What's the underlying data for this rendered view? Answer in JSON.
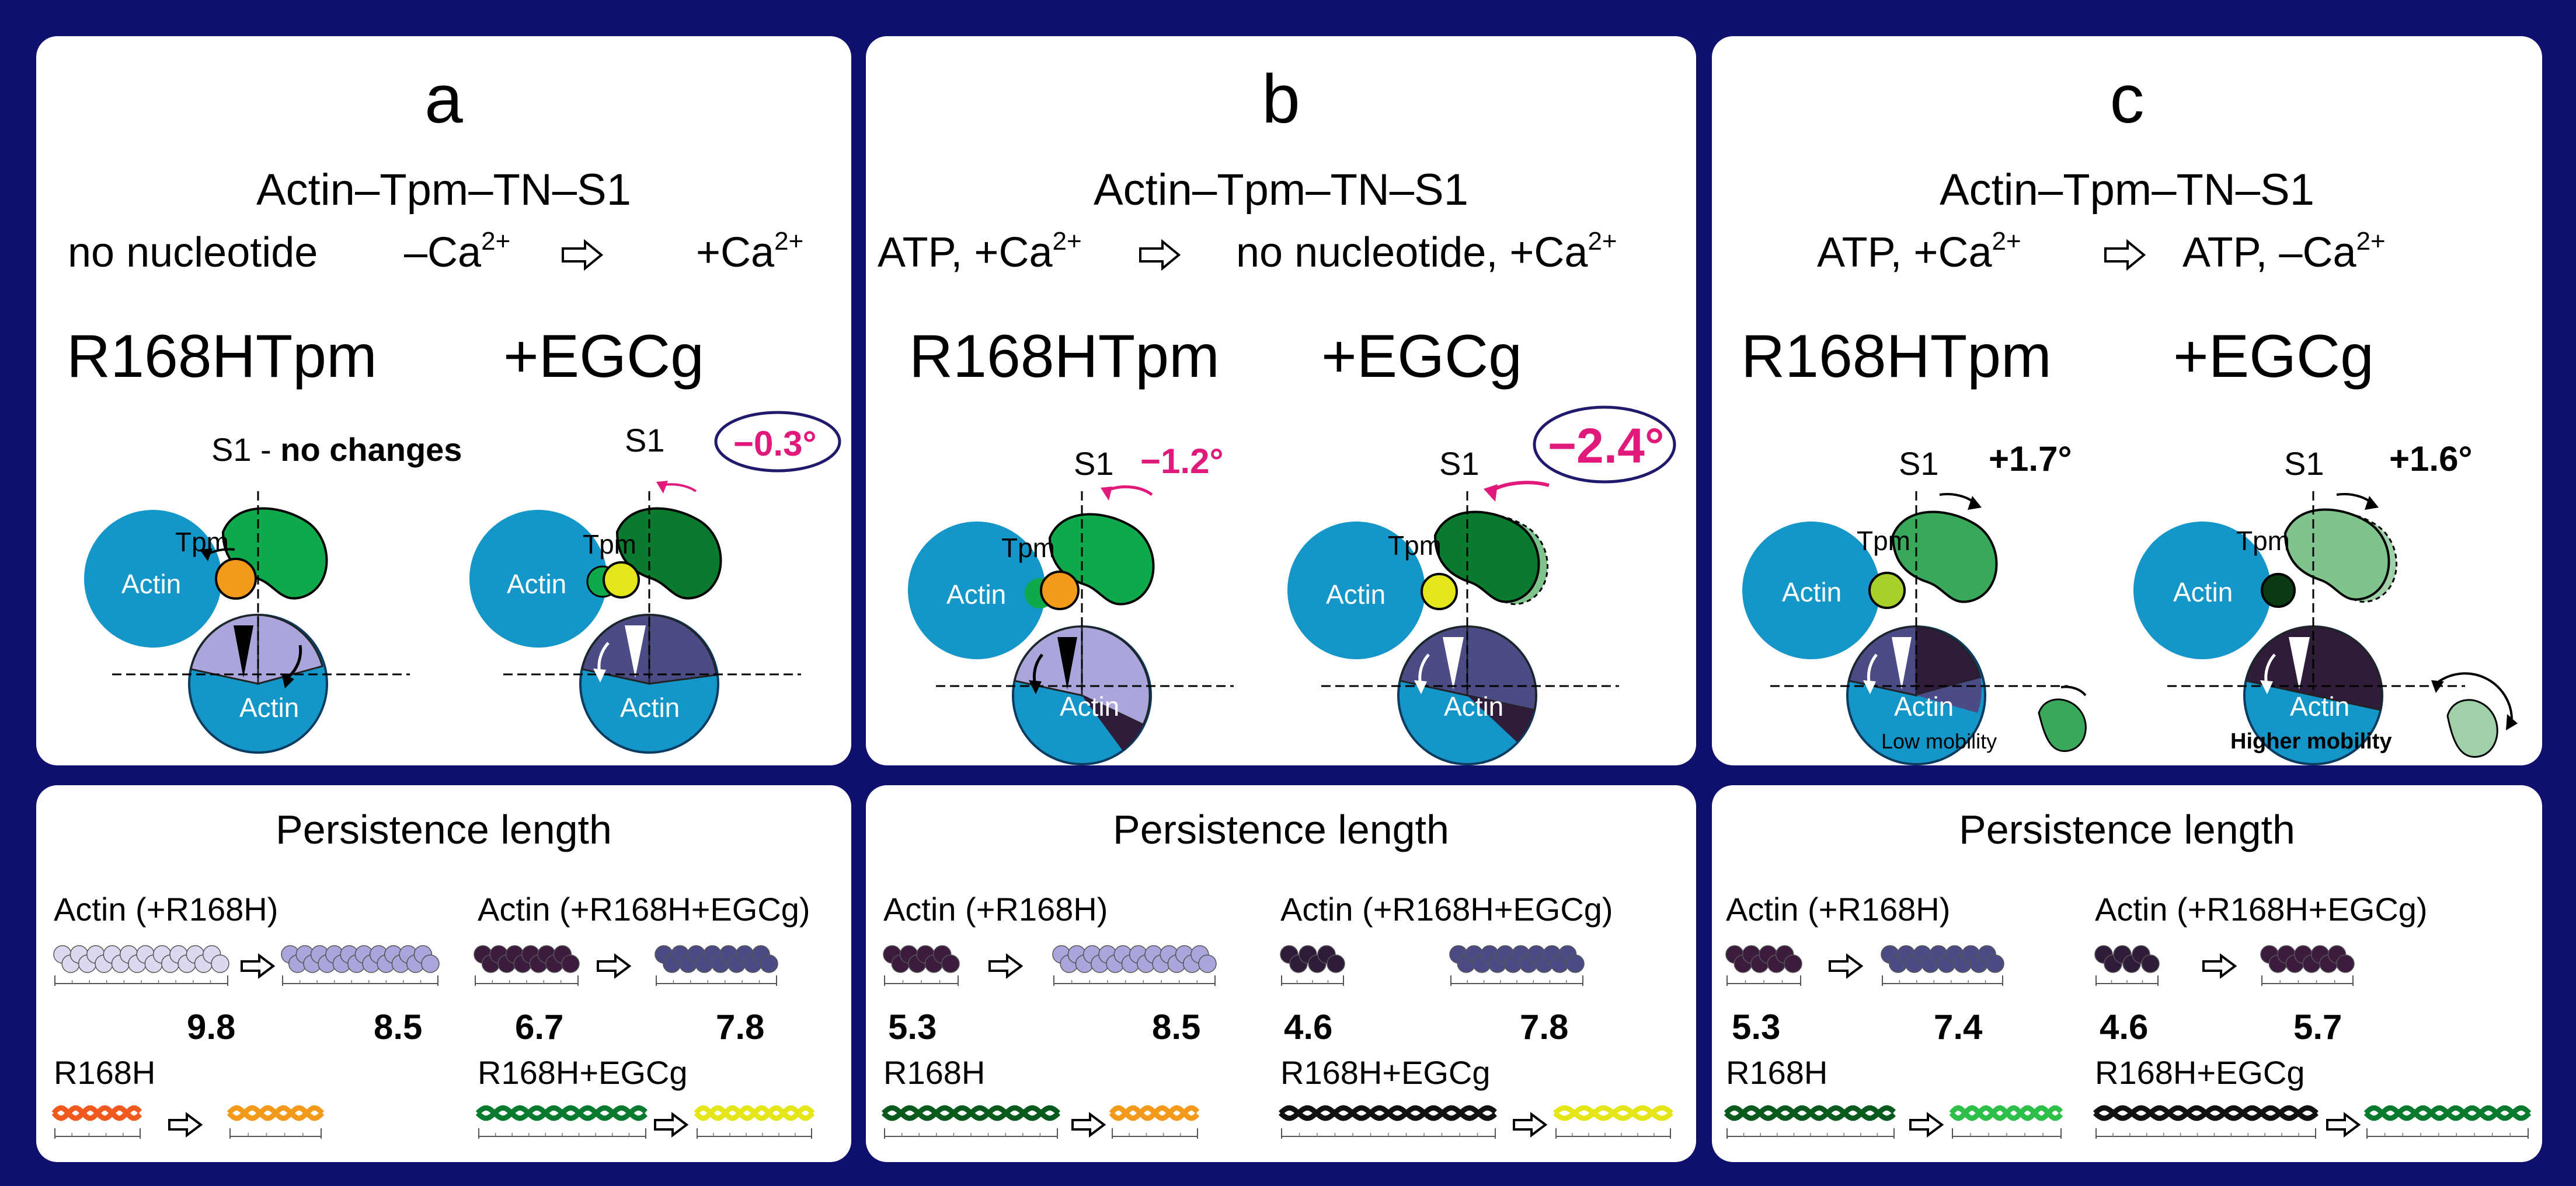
{
  "panels": [
    {
      "letter": "a",
      "title": "Actin–Tpm–TN–S1",
      "cond_left": "no nucleotide",
      "cond_mid": "–Ca",
      "cond_right": "+Ca",
      "left_label": "R168HTpm",
      "right_label": "+EGCg",
      "s1_left": "S1 - ",
      "s1_left_note": "no changes",
      "s1_right": "S1",
      "angle_right": "−0.3°",
      "tpm": "Tpm",
      "actin": "Actin"
    },
    {
      "letter": "b",
      "title": "Actin–Tpm–TN–S1",
      "cond_left": "ATP, +Ca",
      "cond_right": "no nucleotide, +Ca",
      "left_label": "R168HTpm",
      "right_label": "+EGCg",
      "s1_left": "S1",
      "angle_left": "−1.2°",
      "s1_right": "S1",
      "angle_right": "−2.4°",
      "tpm": "Tpm",
      "actin": "Actin"
    },
    {
      "letter": "c",
      "title": "Actin–Tpm–TN–S1",
      "cond_left": "ATP, +Ca",
      "cond_right": "ATP, –Ca",
      "left_label": "R168HTpm",
      "right_label": "+EGCg",
      "s1_left": "S1",
      "angle_left": "+1.7°",
      "s1_right": "S1",
      "angle_right": "+1.6°",
      "tpm": "Tpm",
      "actin": "Actin",
      "mobility_left": "Low mobility",
      "mobility_right": "Higher mobility"
    }
  ],
  "sup": "2+",
  "persistence": [
    {
      "title": "Persistence length",
      "actin_r": "Actin (+R168H)",
      "actin_re": "Actin (+R168H+EGCg)",
      "v1": "9.8",
      "v2": "8.5",
      "v3": "6.7",
      "v4": "7.8",
      "tpm_r": "R168H",
      "tpm_re": "R168H+EGCg"
    },
    {
      "title": "Persistence length",
      "actin_r": "Actin (+R168H)",
      "actin_re": "Actin (+R168H+EGCg)",
      "v1": "5.3",
      "v2": "8.5",
      "v3": "4.6",
      "v4": "7.8",
      "tpm_r": "R168H",
      "tpm_re": "R168H+EGCg"
    },
    {
      "title": "Persistence length",
      "actin_r": "Actin (+R168H)",
      "actin_re": "Actin (+R168H+EGCg)",
      "v1": "5.3",
      "v2": "7.4",
      "v3": "4.6",
      "v4": "5.7",
      "tpm_r": "R168H",
      "tpm_re": "R168H+EGCg"
    }
  ],
  "colors": {
    "background": "#0f0f6e",
    "actin_blue": "#1596c8",
    "s1_green": "#0fa84a",
    "s1_dark_green": "#0a7a2e",
    "s1_light_green": "#7fc48d",
    "tpm_orange": "#f39a1c",
    "tpm_yellow": "#e4e61a",
    "lavender": "#aaa5da",
    "slate": "#4b4b85",
    "dark_purple": "#2e1c3a",
    "pink": "#e0197a",
    "navy_ring": "#1f1a6b"
  }
}
